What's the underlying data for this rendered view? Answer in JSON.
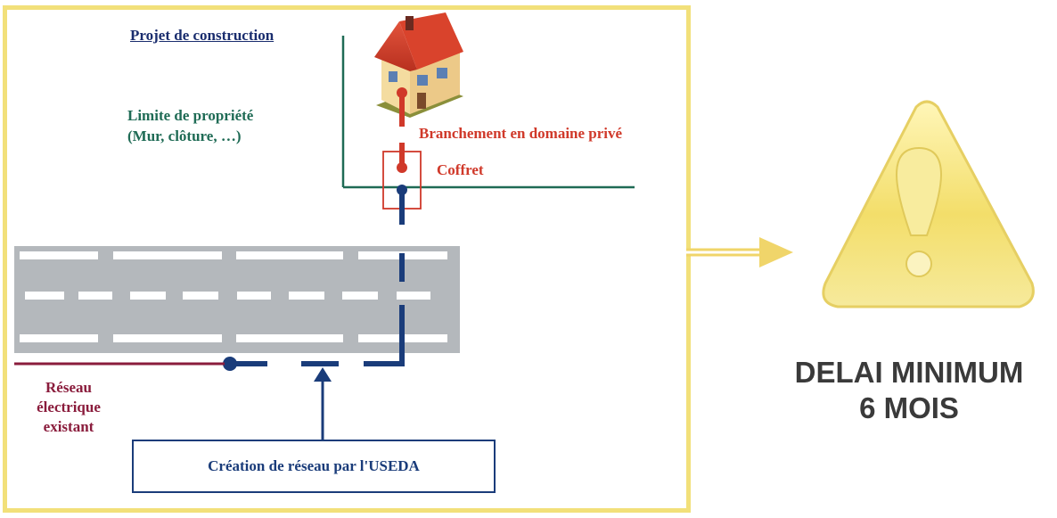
{
  "diagram": {
    "title": "Projet de construction",
    "property_limit": {
      "line1": "Limite de propriété",
      "line2": "(Mur, clôture, …)"
    },
    "private_connection": "Branchement en domaine privé",
    "box_label": "Coffret",
    "existing_network": {
      "line1": "Réseau",
      "line2": "électrique",
      "line3": "existant"
    },
    "network_creation": "Création de réseau par l'USEDA"
  },
  "warning": {
    "icon": "warning-triangle-icon",
    "line1": "DELAI MINIMUM",
    "line2": "6 MOIS"
  },
  "colors": {
    "frame": "#f2e07a",
    "road": "#b4b8bc",
    "network_blue": "#1a3c7a",
    "private_red": "#d0392a",
    "existing_maroon": "#8a1c3c",
    "limit_green": "#1f6b55",
    "warning_yellow": "#f5e37a"
  }
}
